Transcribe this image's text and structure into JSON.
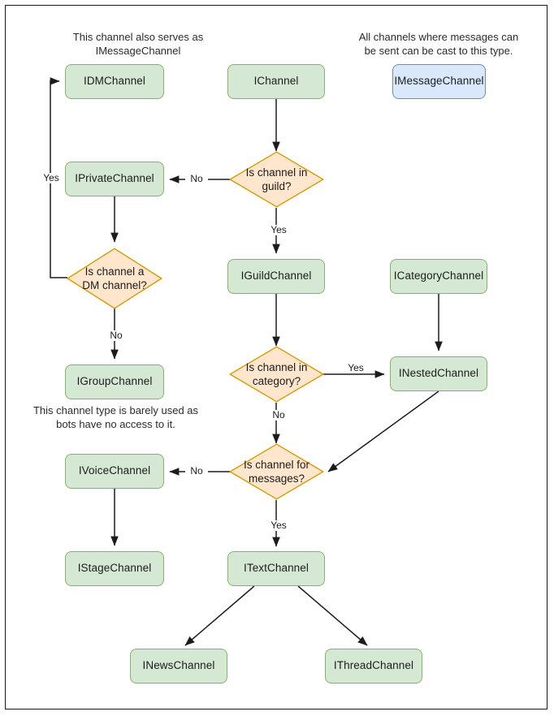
{
  "diagram": {
    "title": "Discord.Net channel interface decision flowchart",
    "colors": {
      "node_green_fill": "#d5e8d4",
      "node_green_stroke": "#82b366",
      "node_blue_fill": "#dae8fc",
      "node_blue_stroke": "#6c8ebf",
      "decision_fill": "#ffe6cc",
      "decision_stroke": "#d79b00",
      "edge_stroke": "#1c1c1c",
      "text": "#1c1c1c",
      "frame_stroke": "#1a1a1a"
    },
    "notes": [
      {
        "id": "note-dm",
        "text": "This channel also serves as\nIMessageChannel"
      },
      {
        "id": "note-message",
        "text": "All channels where messages can\nbe sent can be cast to this type."
      },
      {
        "id": "note-group",
        "text": "This channel type is barely used as\nbots have no access to it."
      }
    ],
    "nodes": [
      {
        "id": "idmchannel",
        "label": "IDMChannel",
        "type": "process",
        "color": "green"
      },
      {
        "id": "ichannel",
        "label": "IChannel",
        "type": "process",
        "color": "green"
      },
      {
        "id": "imessagechannel",
        "label": "IMessageChannel",
        "type": "process",
        "color": "blue"
      },
      {
        "id": "iprivatechannel",
        "label": "IPrivateChannel",
        "type": "process",
        "color": "green"
      },
      {
        "id": "iguildchannel",
        "label": "IGuildChannel",
        "type": "process",
        "color": "green"
      },
      {
        "id": "icategorychannel",
        "label": "ICategoryChannel",
        "type": "process",
        "color": "green"
      },
      {
        "id": "igroupchannel",
        "label": "IGroupChannel",
        "type": "process",
        "color": "green"
      },
      {
        "id": "inestedchannel",
        "label": "INestedChannel",
        "type": "process",
        "color": "green"
      },
      {
        "id": "ivoicechannel",
        "label": "IVoiceChannel",
        "type": "process",
        "color": "green"
      },
      {
        "id": "istagechannel",
        "label": "IStageChannel",
        "type": "process",
        "color": "green"
      },
      {
        "id": "itextchannel",
        "label": "ITextChannel",
        "type": "process",
        "color": "green"
      },
      {
        "id": "inewschannel",
        "label": "INewsChannel",
        "type": "process",
        "color": "green"
      },
      {
        "id": "ithreadchannel",
        "label": "IThreadChannel",
        "type": "process",
        "color": "green"
      }
    ],
    "decisions": [
      {
        "id": "is-channel-in-guild",
        "label": "Is channel in\nguild?"
      },
      {
        "id": "is-channel-a-dm-channel",
        "label": "Is channel a\nDM channel?"
      },
      {
        "id": "is-channel-in-category",
        "label": "Is channel in\ncategory?"
      },
      {
        "id": "is-channel-for-messages",
        "label": "Is channel for\nmessages?"
      }
    ],
    "edge_labels": [
      {
        "id": "guild-no",
        "text": "No"
      },
      {
        "id": "guild-yes",
        "text": "Yes"
      },
      {
        "id": "dm-yes",
        "text": "Yes"
      },
      {
        "id": "dm-no",
        "text": "No"
      },
      {
        "id": "category-yes",
        "text": "Yes"
      },
      {
        "id": "category-no",
        "text": "No"
      },
      {
        "id": "messages-no",
        "text": "No"
      },
      {
        "id": "messages-yes",
        "text": "Yes"
      }
    ]
  }
}
